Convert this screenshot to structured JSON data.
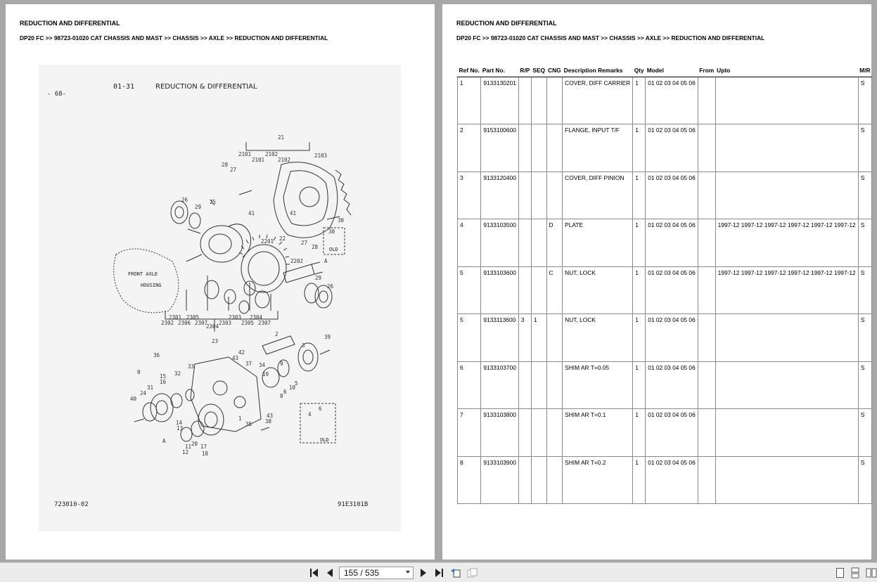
{
  "header": {
    "title": "REDUCTION AND DIFFERENTIAL",
    "breadcrumb": "DP20 FC >> 98723-01020 CAT CHASSIS AND MAST >> CHASSIS >> AXLE >> REDUCTION AND DIFFERENTIAL"
  },
  "drawing": {
    "page_number": "- 68-",
    "section": "01-31",
    "title": "REDUCTION & DIFFERENTIAL",
    "code_left": "723010-02",
    "code_right": "91E3101B",
    "labels": {
      "front_axle": "FRONT AXLE",
      "housing": "HOUSING",
      "old": "OLD"
    }
  },
  "table": {
    "columns": [
      "Ref No.",
      "Part No.",
      "R/P",
      "SEQ",
      "CNG",
      "Description Remarks",
      "Qty",
      "Model",
      "From",
      "Upto",
      "M/R"
    ],
    "rows": [
      {
        "ref": "1",
        "part": "9133130201",
        "rp": "",
        "seq": "",
        "cng": "",
        "desc": "COVER, DIFF CARRIER",
        "qty": "1",
        "model": "01\n02\n03\n04\n05\n06",
        "from": "",
        "upto": "",
        "mr": "S"
      },
      {
        "ref": "2",
        "part": "9153100600",
        "rp": "",
        "seq": "",
        "cng": "",
        "desc": "FLANGE, INPUT T/F",
        "qty": "1",
        "model": "01\n02\n03\n04\n05\n06",
        "from": "",
        "upto": "",
        "mr": "S"
      },
      {
        "ref": "3",
        "part": "9133120400",
        "rp": "",
        "seq": "",
        "cng": "",
        "desc": "COVER, DIFF PINION",
        "qty": "1",
        "model": "01\n02\n03\n04\n05\n06",
        "from": "",
        "upto": "",
        "mr": "S"
      },
      {
        "ref": "4",
        "part": "9133103500",
        "rp": "",
        "seq": "",
        "cng": "D",
        "desc": "PLATE",
        "qty": "1",
        "model": "01\n02\n03\n04\n05\n06",
        "from": "",
        "upto": "1997-12\n1997-12\n1997-12\n1997-12\n1997-12\n1997-12",
        "mr": "S"
      },
      {
        "ref": "5",
        "part": "9133103600",
        "rp": "",
        "seq": "",
        "cng": "C",
        "desc": "NUT, LOCK",
        "qty": "1",
        "model": "01\n02\n03\n04\n05\n06",
        "from": "",
        "upto": "1997-12\n1997-12\n1997-12\n1997-12\n1997-12\n1997-12",
        "mr": "S"
      },
      {
        "ref": "5",
        "part": "9133113600",
        "rp": "3",
        "seq": "1",
        "cng": "",
        "desc": "NUT, LOCK",
        "qty": "1",
        "model": "01\n02\n03\n04\n05\n06",
        "from": "",
        "upto": "",
        "mr": "S"
      },
      {
        "ref": "6",
        "part": "9133103700",
        "rp": "",
        "seq": "",
        "cng": "",
        "desc": "SHIM AR T=0.05",
        "qty": "1",
        "model": "01\n02\n03\n04\n05\n06",
        "from": "",
        "upto": "",
        "mr": "S"
      },
      {
        "ref": "7",
        "part": "9133103800",
        "rp": "",
        "seq": "",
        "cng": "",
        "desc": "SHIM AR T=0.1",
        "qty": "1",
        "model": "01\n02\n03\n04\n05\n06",
        "from": "",
        "upto": "",
        "mr": "S"
      },
      {
        "ref": "8",
        "part": "9133103900",
        "rp": "",
        "seq": "",
        "cng": "",
        "desc": "SHIM AR T=0.2",
        "qty": "1",
        "model": "01\n02\n03\n04\n05\n06",
        "from": "",
        "upto": "",
        "mr": "S"
      }
    ]
  },
  "toolbar": {
    "page_indicator": "155 / 535",
    "icons": [
      "first-page-icon",
      "prev-page-icon",
      "next-page-icon",
      "last-page-icon",
      "back-view-icon",
      "forward-view-icon",
      "single-page-icon",
      "continuous-page-icon",
      "facing-page-icon"
    ]
  },
  "colors": {
    "background": "#a7a7a7",
    "page": "#ffffff",
    "toolbar": "#ececec",
    "grid": "#8a8a8a"
  }
}
